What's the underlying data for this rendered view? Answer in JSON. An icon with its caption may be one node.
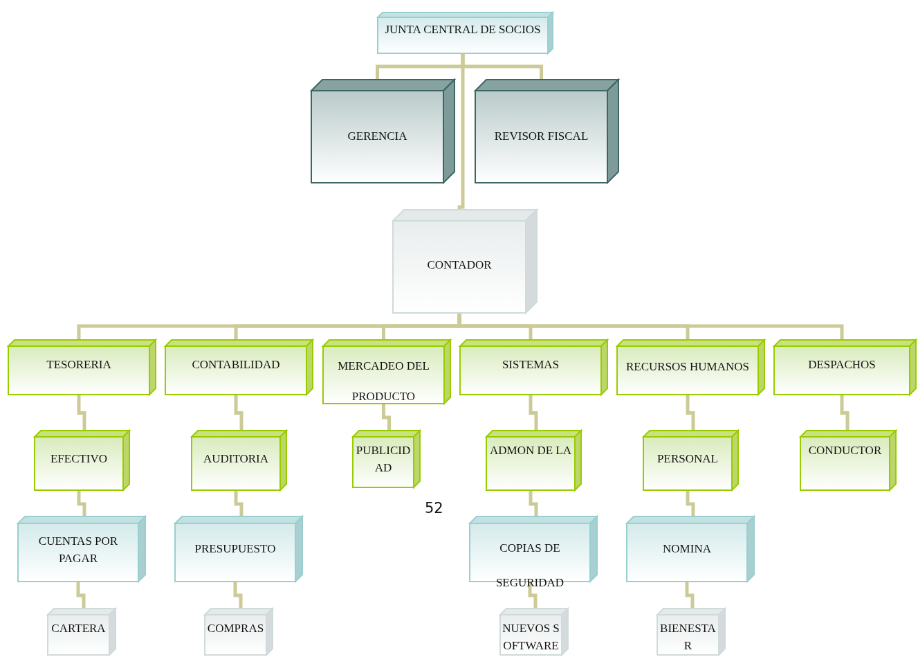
{
  "diagram": {
    "nodes": [
      {
        "text": [
          "JUNTA CENTRAL DE SOCIOS"
        ]
      },
      {
        "text": [
          "GERENCIA"
        ]
      },
      {
        "text": [
          "REVISOR FISCAL"
        ]
      },
      {
        "text": [
          "CONTADOR"
        ]
      },
      {
        "text": [
          "TESORERIA"
        ]
      },
      {
        "text": [
          "CONTABILIDAD"
        ]
      },
      {
        "text": [
          "MERCADEO DEL PRODUCTO"
        ]
      },
      {
        "text": [
          "SISTEMAS"
        ]
      },
      {
        "text": [
          "RECURSOS HUMANOS"
        ]
      },
      {
        "text": [
          "DESPACHOS"
        ]
      },
      {
        "text": [
          "EFECTIVO"
        ]
      },
      {
        "text": [
          "AUDITORIA"
        ]
      },
      {
        "text": [
          "PUBLICIDAD"
        ]
      },
      {
        "text": [
          "ADMON DE LA"
        ]
      },
      {
        "text": [
          "PERSONAL"
        ]
      },
      {
        "text": [
          "CONDUCTOR"
        ]
      },
      {
        "text": [
          "CUENTAS POR PAGAR"
        ]
      },
      {
        "text": [
          "PRESUPUESTO"
        ]
      },
      {
        "text": [
          "COPIAS DE SEGURIDAD"
        ]
      },
      {
        "text": [
          "NOMINA"
        ]
      },
      {
        "text": [
          "CARTERA"
        ]
      },
      {
        "text": [
          "COMPRAS"
        ]
      },
      {
        "text": [
          "NUEVOS SOFTWARE"
        ]
      },
      {
        "text": [
          "BIENESTAR"
        ]
      }
    ],
    "edges": [
      {
        "from": 0,
        "to": 1,
        "arrow": "none"
      },
      {
        "from": 0,
        "to": 2,
        "arrow": "none"
      },
      {
        "from": 0,
        "to": 3,
        "arrow": "none"
      },
      {
        "from": 3,
        "to": 4,
        "arrow": "none"
      },
      {
        "from": 3,
        "to": 5,
        "arrow": "none"
      },
      {
        "from": 3,
        "to": 6,
        "arrow": "none"
      },
      {
        "from": 3,
        "to": 7,
        "arrow": "none"
      },
      {
        "from": 3,
        "to": 8,
        "arrow": "none"
      },
      {
        "from": 3,
        "to": 9,
        "arrow": "none"
      },
      {
        "from": 4,
        "to": 10,
        "arrow": "none"
      },
      {
        "from": 5,
        "to": 11,
        "arrow": "none"
      },
      {
        "from": 6,
        "to": 12,
        "arrow": "none"
      },
      {
        "from": 7,
        "to": 13,
        "arrow": "none"
      },
      {
        "from": 8,
        "to": 14,
        "arrow": "none"
      },
      {
        "from": 9,
        "to": 15,
        "arrow": "none"
      },
      {
        "from": 10,
        "to": 16,
        "arrow": "none"
      },
      {
        "from": 11,
        "to": 17,
        "arrow": "none"
      },
      {
        "from": 13,
        "to": 18,
        "arrow": "none"
      },
      {
        "from": 14,
        "to": 19,
        "arrow": "none"
      },
      {
        "from": 16,
        "to": 20,
        "arrow": "none"
      },
      {
        "from": 17,
        "to": 21,
        "arrow": "none"
      },
      {
        "from": 18,
        "to": 22,
        "arrow": "none"
      },
      {
        "from": 19,
        "to": 23,
        "arrow": "none"
      }
    ],
    "labels": [
      "52"
    ]
  }
}
